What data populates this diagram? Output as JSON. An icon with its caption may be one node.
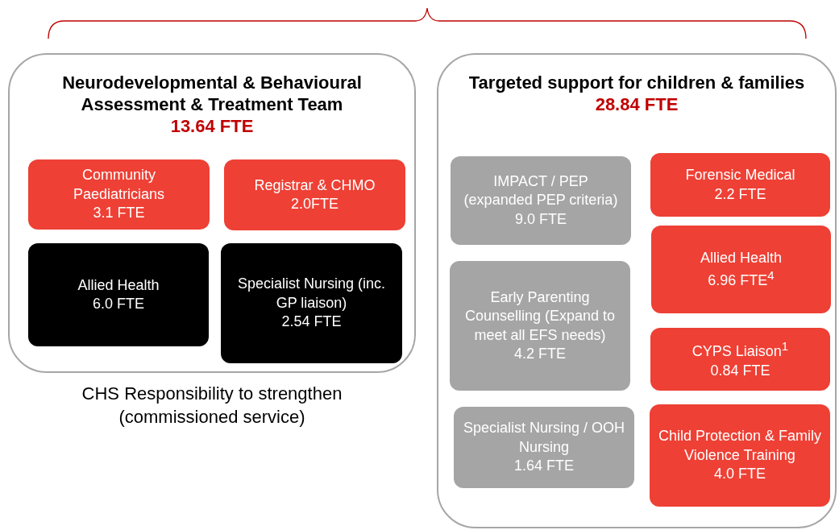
{
  "diagram": {
    "nodes": [
      {
        "text": [
          "Neurodevelopmental & Behavioural Assessment & Treatment Team",
          "13.64 FTE"
        ],
        "beside": [
          "CHS Responsibility to strengthen (commissioned service)"
        ]
      },
      {
        "text": [
          "Community Paediatricians",
          "3.1 FTE"
        ],
        "in": 0
      },
      {
        "text": [
          "Registrar & CHMO",
          "2.0FTE"
        ],
        "in": 0
      },
      {
        "text": [
          "Allied Health",
          "6.0 FTE"
        ],
        "in": 0
      },
      {
        "text": [
          "Specialist Nursing (inc. GP liaison)",
          "2.54 FTE"
        ],
        "in": 0
      },
      {
        "text": [
          "Targeted support for children & families",
          "28.84 FTE"
        ]
      },
      {
        "text": [
          "IMPACT / PEP (expanded  PEP criteria)",
          "9.0 FTE"
        ],
        "in": 5
      },
      {
        "text": [
          "Forensic Medical",
          "2.2 FTE"
        ],
        "in": 5
      },
      {
        "text": [
          "Allied Health",
          "6.96 FTE$^{4}$"
        ],
        "in": 5
      },
      {
        "text": [
          "Early Parenting Counselling (Expand to meet all EFS needs)",
          "4.2 FTE"
        ],
        "in": 5
      },
      {
        "text": [
          "CYPS Liaison$^{1}$",
          "0.84 FTE"
        ],
        "in": 5
      },
      {
        "text": [
          "Specialist Nursing / OOH Nursing",
          "1.64 FTE"
        ],
        "in": 5
      },
      {
        "text": [
          "Child Protection & Family Violence Training",
          "4.0 FTE"
        ],
        "in": 5
      }
    ],
    "edges": []
  }
}
